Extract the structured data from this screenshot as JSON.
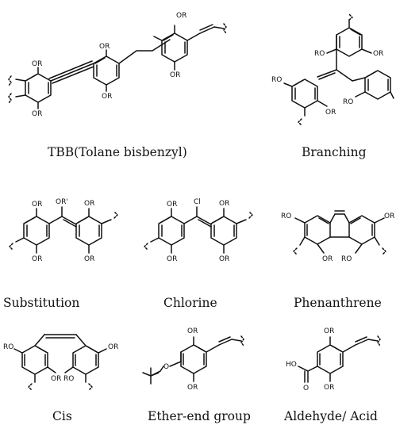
{
  "captions": {
    "tbb": "TBB(Tolane bisbenzyl)",
    "branching": "Branching",
    "substitution": "Substitution",
    "chlorine": "Chlorine",
    "phenanthrene": "Phenanthrene",
    "cis": "Cis",
    "ether_end": "Ether-end group",
    "aldehyde_acid": "Aldehyde/ Acid"
  },
  "atoms": {
    "or": "OR",
    "ro": "RO",
    "or_prime": "OR'",
    "cl": "Cl",
    "ho": "HO",
    "o": "O"
  }
}
